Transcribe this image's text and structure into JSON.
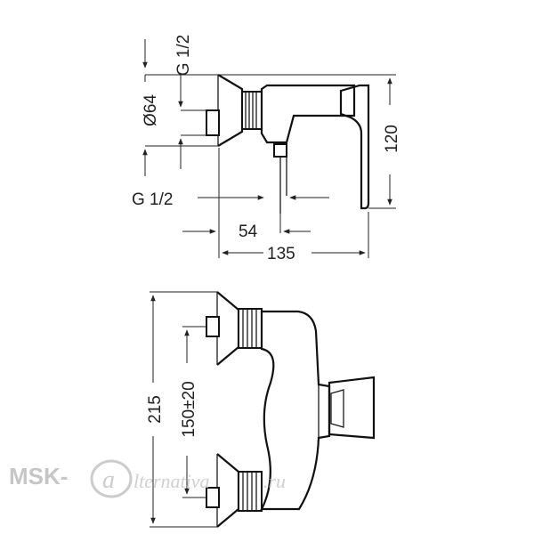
{
  "side_view": {
    "label_thread_top": "G 1/2",
    "label_diameter": "Ø64",
    "label_thread_bottom": "G 1/2",
    "label_width_54": "54",
    "label_width_135": "135",
    "label_height_120": "120"
  },
  "front_view": {
    "label_height_215": "215",
    "label_spacing": "150±20"
  },
  "watermark": {
    "text": "MSK-",
    "script_text": "lternativa",
    "suffix": ".ru"
  }
}
